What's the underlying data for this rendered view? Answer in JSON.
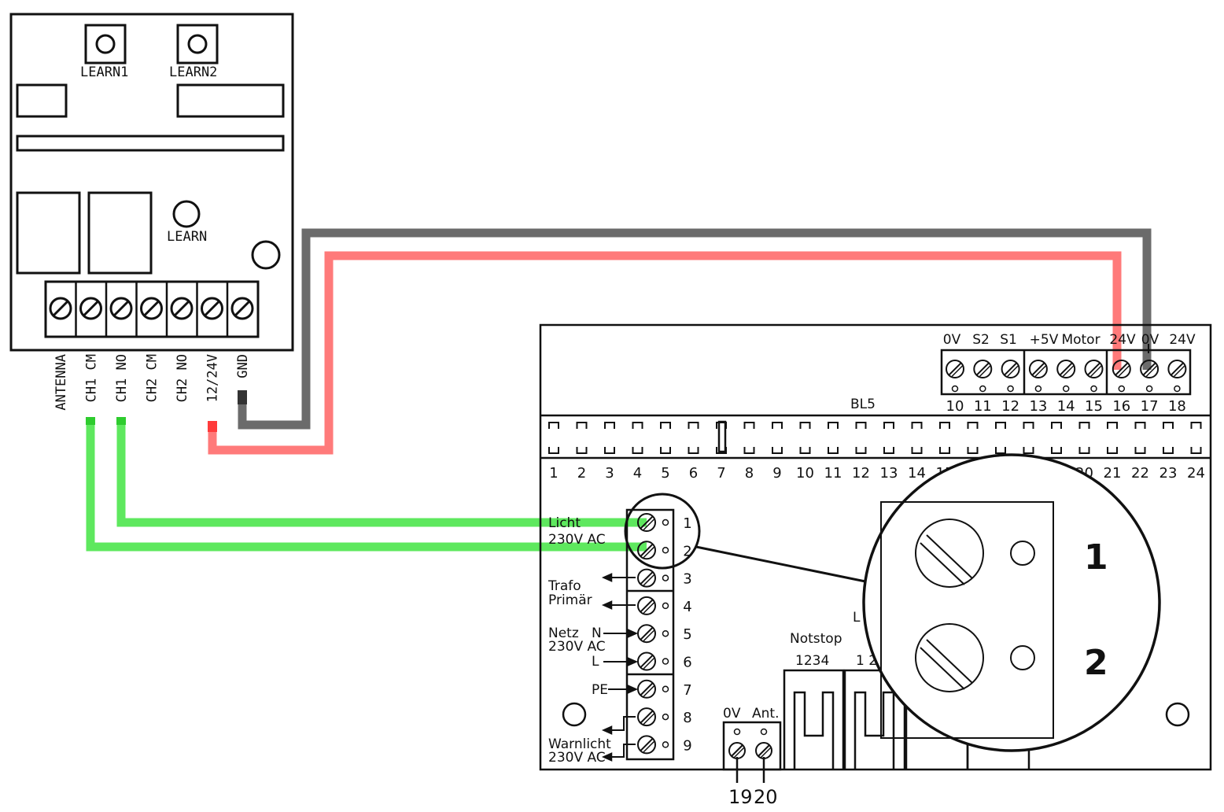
{
  "receiver": {
    "learn1": "LEARN1",
    "learn2": "LEARN2",
    "learn": "LEARN",
    "terminals": [
      "ANTENNA",
      "CH1 CM",
      "CH1 NO",
      "CH2 CM",
      "CH2 NO",
      "12/24V",
      "GND"
    ]
  },
  "board": {
    "top_labels": [
      "0V",
      "S2",
      "S1",
      "+5V",
      "Motor",
      "24V",
      "0V",
      "24V"
    ],
    "top_numbers": [
      "10",
      "11",
      "12",
      "13",
      "14",
      "15",
      "16",
      "17",
      "18"
    ],
    "bl5": "BL5",
    "strip_numbers": [
      "1",
      "2",
      "3",
      "4",
      "5",
      "6",
      "7",
      "8",
      "9",
      "10",
      "11",
      "12",
      "13",
      "14",
      "15",
      "20",
      "21",
      "22",
      "23",
      "24"
    ],
    "left_block_numbers": [
      "1",
      "2",
      "3",
      "4",
      "5",
      "6",
      "7",
      "8",
      "9"
    ],
    "labels": {
      "licht": "Licht",
      "licht_ac": "230V AC",
      "trafo": "Trafo",
      "primar": "Primär",
      "netz": "Netz",
      "netz_ac": "230V AC",
      "n": "N",
      "l": "L",
      "pe": "PE",
      "warnlicht": "Warnlicht",
      "warn_ac": "230V AC",
      "notstop": "Notstop",
      "notstop_nums": "1234",
      "partial_nums": "1 2",
      "partial_l": "L",
      "ov": "0V",
      "ant": "Ant.",
      "n19": "19",
      "n20": "20"
    }
  },
  "zoom": {
    "n1": "1",
    "n2": "2"
  },
  "colors": {
    "gray_wire": "#6b6b6b",
    "red_wire": "#ff7a7a",
    "green_wire": "#5ee85e",
    "line": "#111111"
  }
}
